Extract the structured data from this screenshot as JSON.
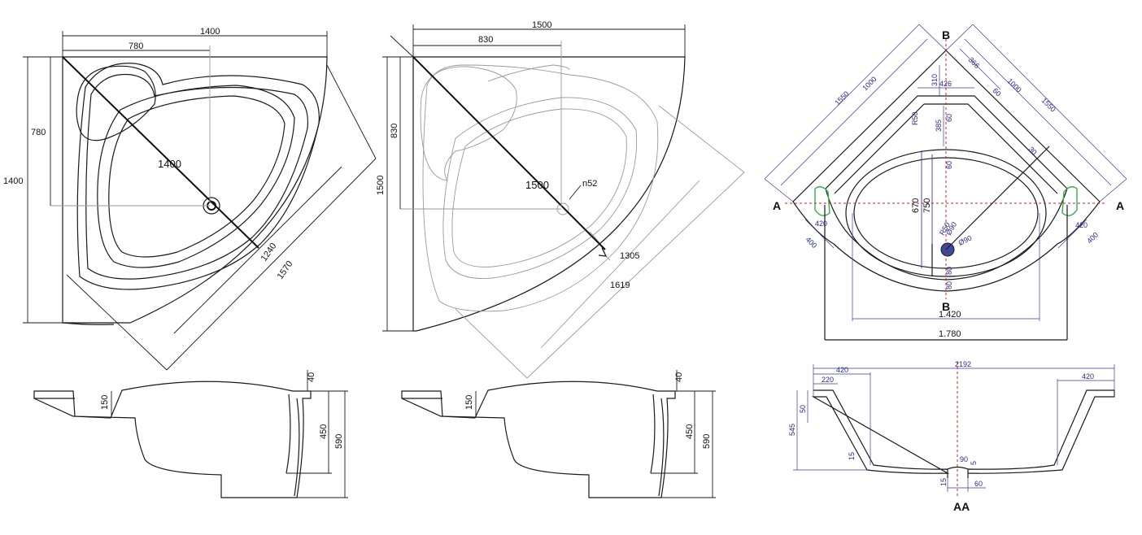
{
  "bath_1400": {
    "dim_width": "1400",
    "dim_780_top": "780",
    "dim_780_left": "780",
    "dim_1400_left": "1400",
    "dim_diagonal": "1400",
    "dim_1240": "1240",
    "dim_1570": "1570"
  },
  "bath_1500": {
    "dim_width": "1500",
    "dim_830_top": "830",
    "dim_830_left": "830",
    "dim_1500_left": "1500",
    "dim_diagonal": "1500",
    "drain_label": "n52",
    "dim_1305": "1305",
    "dim_1619": "1619"
  },
  "side_1400": {
    "dim_40": "40",
    "dim_150": "150",
    "dim_450": "450",
    "dim_590": "590"
  },
  "side_1500": {
    "dim_40": "40",
    "dim_150": "150",
    "dim_450": "450",
    "dim_590": "590"
  },
  "bath_tech": {
    "label_b_top": "B",
    "label_b_bottom": "B",
    "label_a_left": "A",
    "label_a_right": "A",
    "dim_1550_left": "1550",
    "dim_1000_left": "1000",
    "dim_1000_right": "1000",
    "dim_1550_right": "1550",
    "dim_310": "310",
    "dim_366": "366",
    "dim_426": "426",
    "dim_60_a": "60",
    "dim_60_b": "60",
    "dim_60_c": "60",
    "dim_r50": "R50",
    "dim_385": "385",
    "dim_30": "30",
    "dim_670": "670",
    "dim_750": "750",
    "dim_420_left": "420",
    "dim_420_right": "420",
    "dim_400_left": "400",
    "dim_400_right": "400",
    "dim_r50_drain": "R50",
    "dim_d90_a": "Ø90",
    "dim_d90_b": "Ø90",
    "dim_80_a": "80",
    "dim_80_b": "80",
    "dim_1420": "1.420",
    "dim_1780": "1.780"
  },
  "section_aa": {
    "dim_2192": "2192",
    "dim_420_left": "420",
    "dim_420_right": "420",
    "dim_220": "220",
    "dim_50": "50",
    "dim_545": "545",
    "dim_15_a": "15",
    "dim_90": "90",
    "dim_5": "5",
    "dim_15_b": "15",
    "dim_60": "60",
    "label": "AA"
  }
}
